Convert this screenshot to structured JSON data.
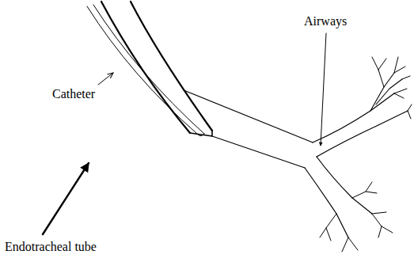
{
  "diagram": {
    "labels": [
      "Catheter",
      "Airways",
      "Endotracheal tube"
    ]
  }
}
